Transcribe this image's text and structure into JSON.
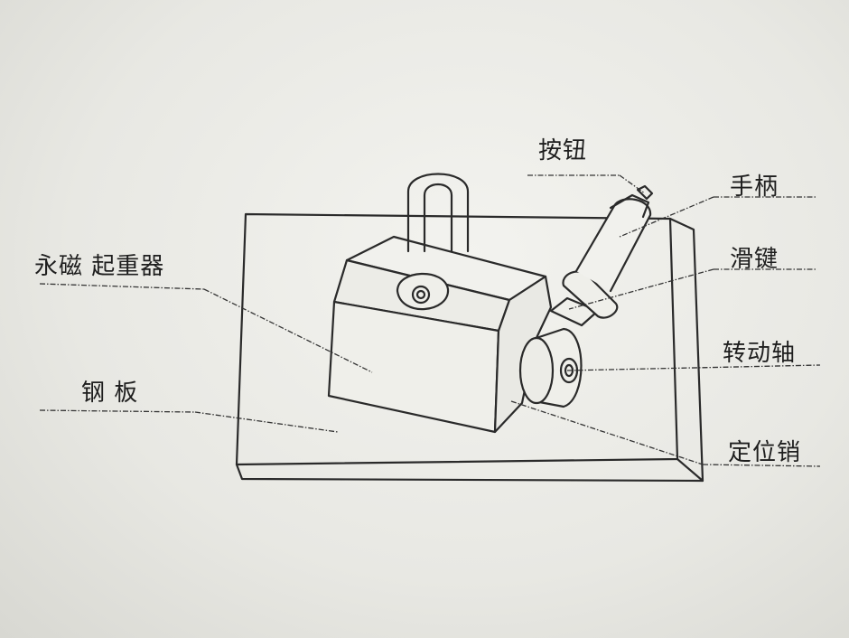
{
  "labels": {
    "button": "按钮",
    "handle": "手柄",
    "slide_key": "滑键",
    "magnetic_lifter": "永磁 起重器",
    "rotating_shaft": "转动轴",
    "steel_plate": "钢 板",
    "locating_pin": "定位销"
  }
}
